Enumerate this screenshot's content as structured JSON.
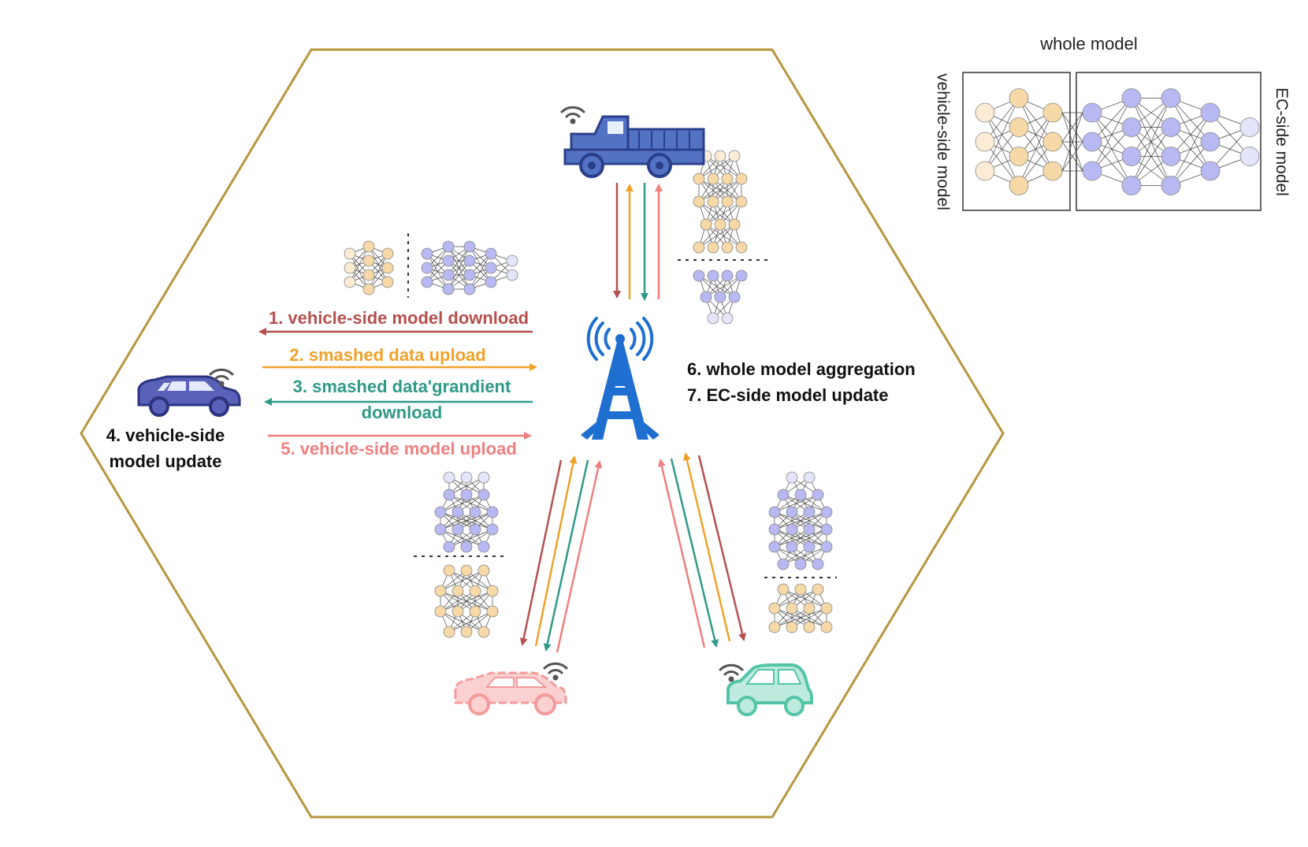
{
  "legend": {
    "title": "whole model",
    "left_label": "vehicle-side model",
    "right_label": "EC-side model"
  },
  "steps": {
    "s1": "1. vehicle-side model download",
    "s2": "2. smashed data upload",
    "s3_line1": "3. smashed data'grandient",
    "s3_line2": "download",
    "s4_line1": "4. vehicle-side",
    "s4_line2": "model update",
    "s5": "5. vehicle-side model upload",
    "s6": "6. whole model aggregation",
    "s7": "7. EC-side model update"
  },
  "colors": {
    "hexagon": "#b8963e",
    "step1": "#b5504e",
    "step2": "#f0a12a",
    "step3": "#2f9a86",
    "step5": "#f07f7f",
    "orange_node": "#f7d9a8",
    "orange_node_light": "#fcecd6",
    "blue_node": "#b8b8f2",
    "blue_node_light": "#e4e4fa",
    "tower": "#1f6fd1",
    "truck": "#5472c4",
    "car_left": "#5961b8",
    "car_pink": "#f39a9a",
    "car_teal": "#53c4a8"
  },
  "icons": [
    "cell-tower-icon",
    "truck-icon",
    "suv-icon",
    "sedan-icon",
    "compact-car-icon",
    "wifi-icon",
    "neural-network-icon"
  ]
}
